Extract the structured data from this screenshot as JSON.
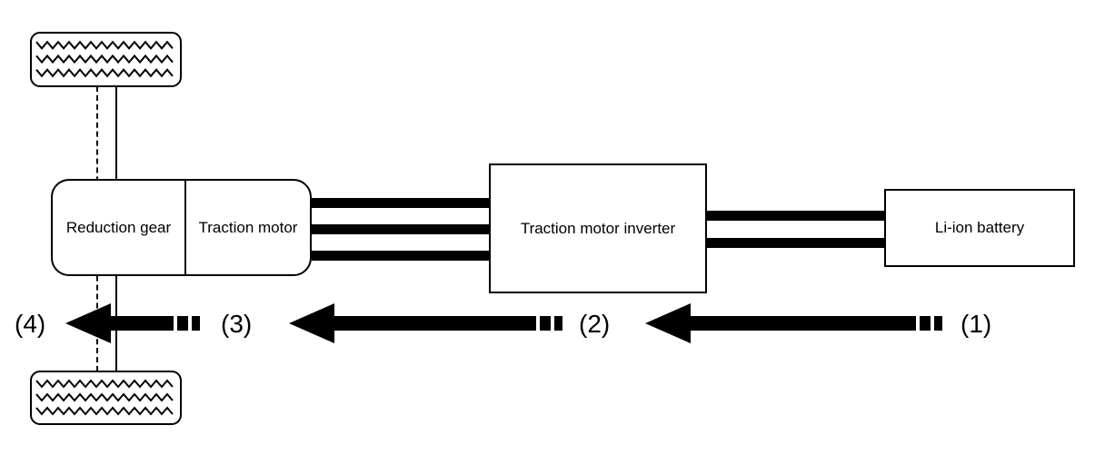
{
  "colors": {
    "ink": "#000000",
    "background": "#ffffff"
  },
  "boxes": {
    "reduction_gear_label": "Reduction gear",
    "traction_motor_label": "Traction motor",
    "inverter_label": "Traction motor inverter",
    "battery_label": "Li-ion battery"
  },
  "flow_steps": {
    "step_1": "(1)",
    "step_2": "(2)",
    "step_3": "(3)",
    "step_4": "(4)"
  },
  "cables": {
    "motor_to_inverter_count": 3,
    "inverter_to_battery_count": 2
  }
}
